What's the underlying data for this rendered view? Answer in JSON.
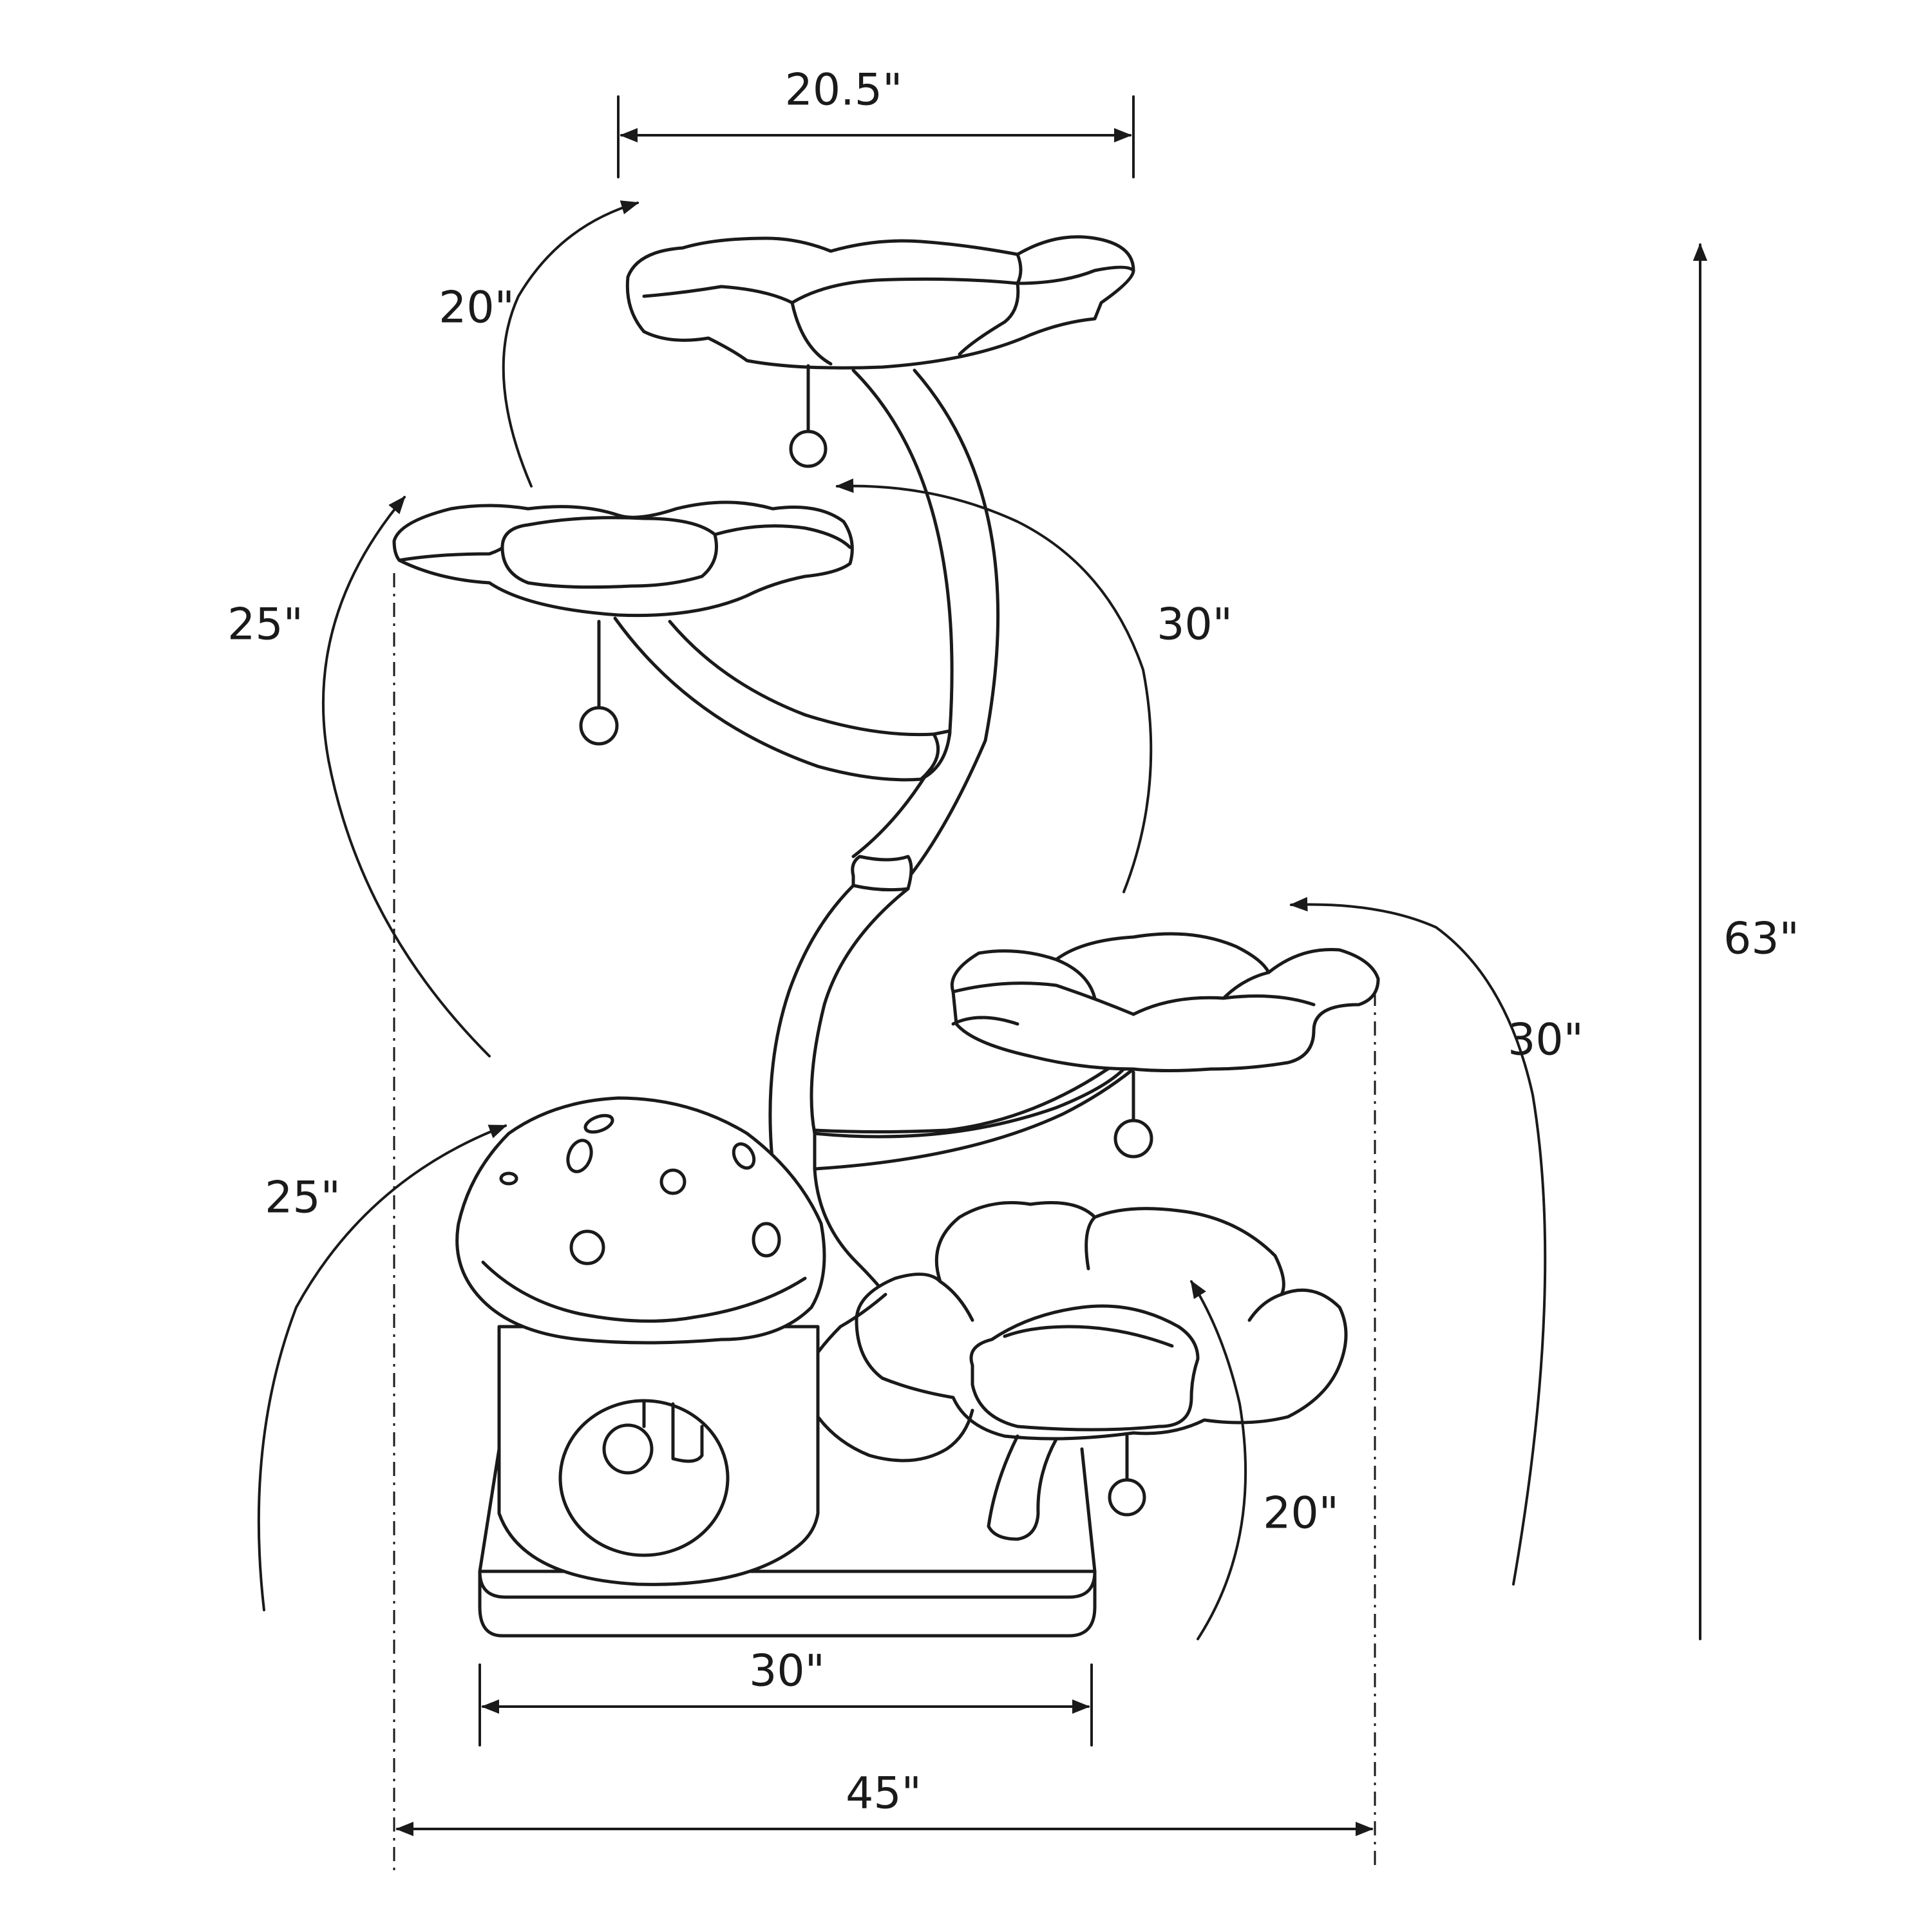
{
  "colors": {
    "ink": "#1a1a1a",
    "background": "#ffffff"
  },
  "dimensions": {
    "top_width": "20.5\"",
    "top_left_arc": "20\"",
    "upper_left_arc": "25\"",
    "lower_left_arc": "25\"",
    "upper_right_arc": "30\"",
    "outer_right_arc": "30\"",
    "bottom_right_arc": "20\"",
    "base_width": "30\"",
    "overall_width": "45\"",
    "overall_height": "63\""
  }
}
